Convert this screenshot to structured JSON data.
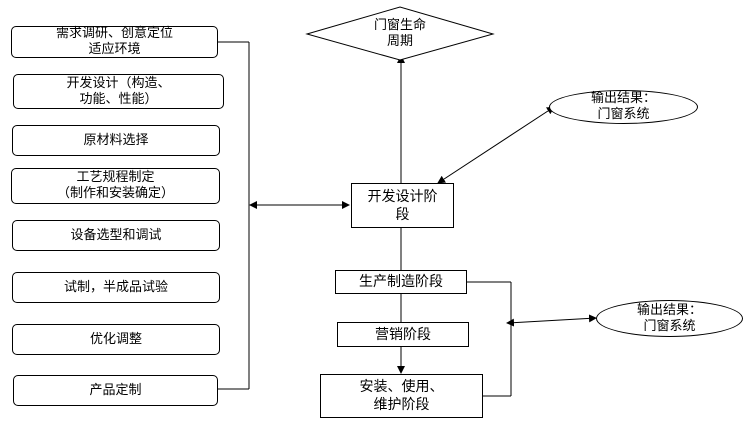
{
  "left_steps": [
    "需求调研、创意定位\n适应环境",
    "开发设计（构造、\n功能、性能）",
    "原材料选择",
    "工艺规程制定\n（制作和安装确定）",
    "设备选型和调试",
    "试制，半成品试验",
    "优化调整",
    "产品定制"
  ],
  "life_cycle": "门窗生命\n周期",
  "phases": {
    "design": "开发设计阶\n段",
    "manufacturing": "生产制造阶段",
    "marketing": "营销阶段",
    "installation": "安装、使用、\n维护阶段"
  },
  "outputs": {
    "top": "输出结果：\n门窗系统",
    "bottom": "输出结果：\n门窗系统"
  }
}
